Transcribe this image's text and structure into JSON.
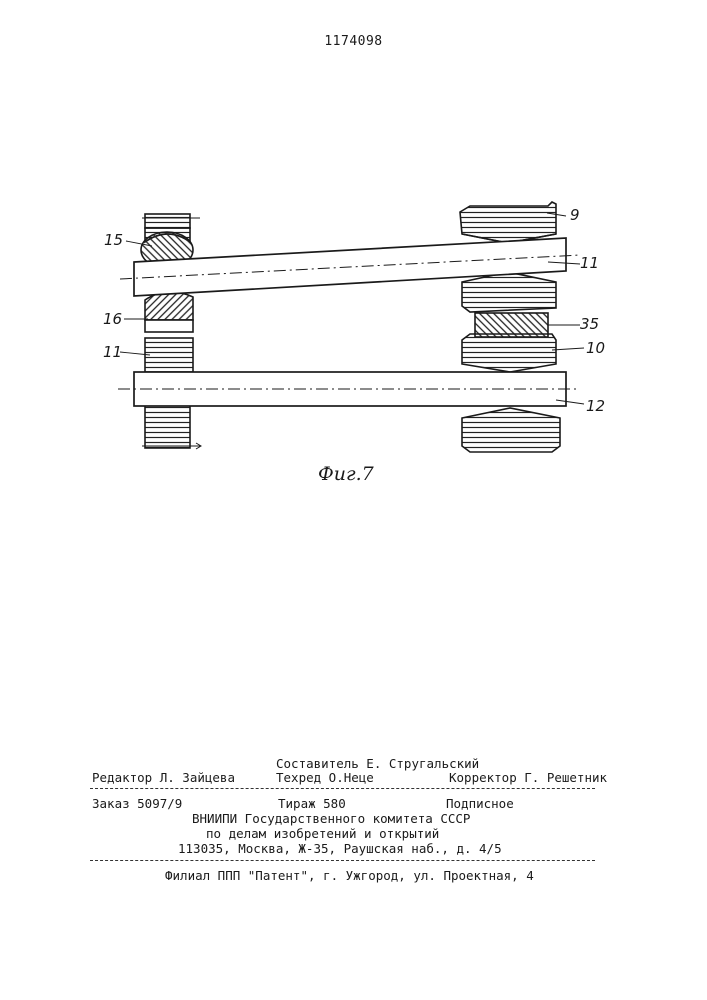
{
  "patent_number": "1174098",
  "figure": {
    "caption": "Фиг.7",
    "labels": {
      "l15": "15",
      "l16": "16",
      "l11a": "11",
      "l9": "9",
      "l11b": "11",
      "l35": "35",
      "l10": "10",
      "l12": "12"
    }
  },
  "imprint": {
    "compiler": "Составитель Е. Стругальский",
    "editor": "Редактор Л. Зайцева",
    "techred": "Техред О.Неце",
    "corrector": "Корректор Г. Решетник",
    "order": "Заказ 5097/9",
    "tirazh": "Тираж 580",
    "podpisnoe": "Подписное",
    "org1": "ВНИИПИ Государственного комитета СССР",
    "org2": "по делам изобретений и открытий",
    "address": "113035, Москва, Ж-35, Раушская наб., д. 4/5",
    "branch": "Филиал ППП \"Патент\", г. Ужгород, ул. Проектная, 4"
  }
}
